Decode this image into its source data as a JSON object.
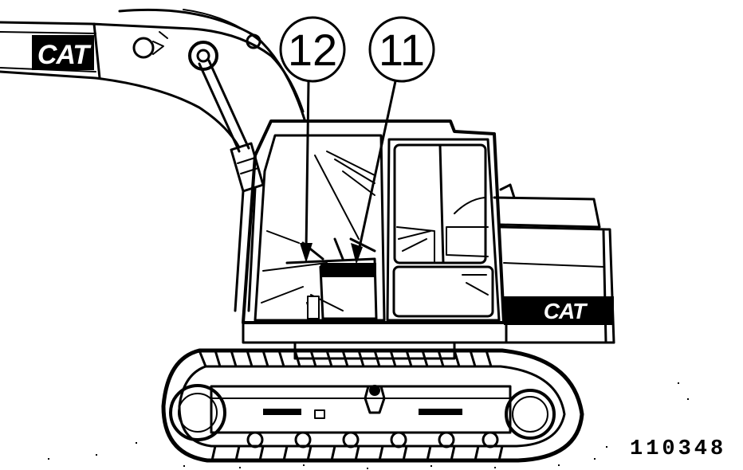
{
  "figure": {
    "boom_logo": "CAT",
    "body_logo": "CAT",
    "callouts": [
      {
        "label": "12"
      },
      {
        "label": "11"
      }
    ],
    "figure_id": "110348"
  }
}
